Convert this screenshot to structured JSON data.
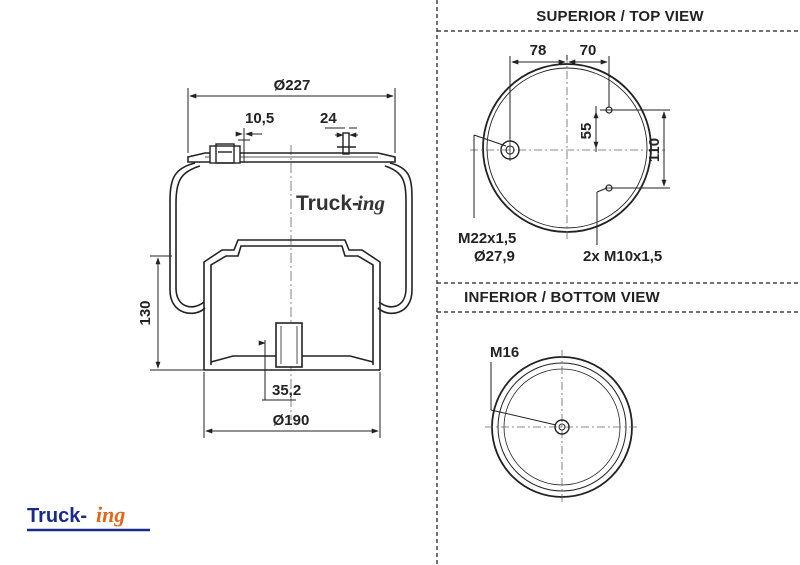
{
  "views": {
    "top_view_title": "SUPERIOR / TOP VIEW",
    "bottom_view_title": "INFERIOR / BOTTOM VIEW"
  },
  "side_view": {
    "top_diameter": "Ø227",
    "bottom_diameter": "Ø190",
    "height": "130",
    "stud_offset": "10,5",
    "pin_offset": "24",
    "center_bore": "35,2",
    "watermark_main": "Truck-",
    "watermark_suffix": "ing"
  },
  "top_view": {
    "dim_left": "78",
    "dim_right": "70",
    "dim_inner_vertical": "55",
    "dim_outer_vertical": "110",
    "main_thread": "M22x1,5",
    "main_diameter": "Ø27,9",
    "small_threads": "2x M10x1,5"
  },
  "bottom_view": {
    "thread": "M16"
  },
  "logo": {
    "main": "Truck-",
    "suffix": "ing",
    "main_color": "#1a2a8c",
    "suffix_color": "#e06a1a"
  }
}
